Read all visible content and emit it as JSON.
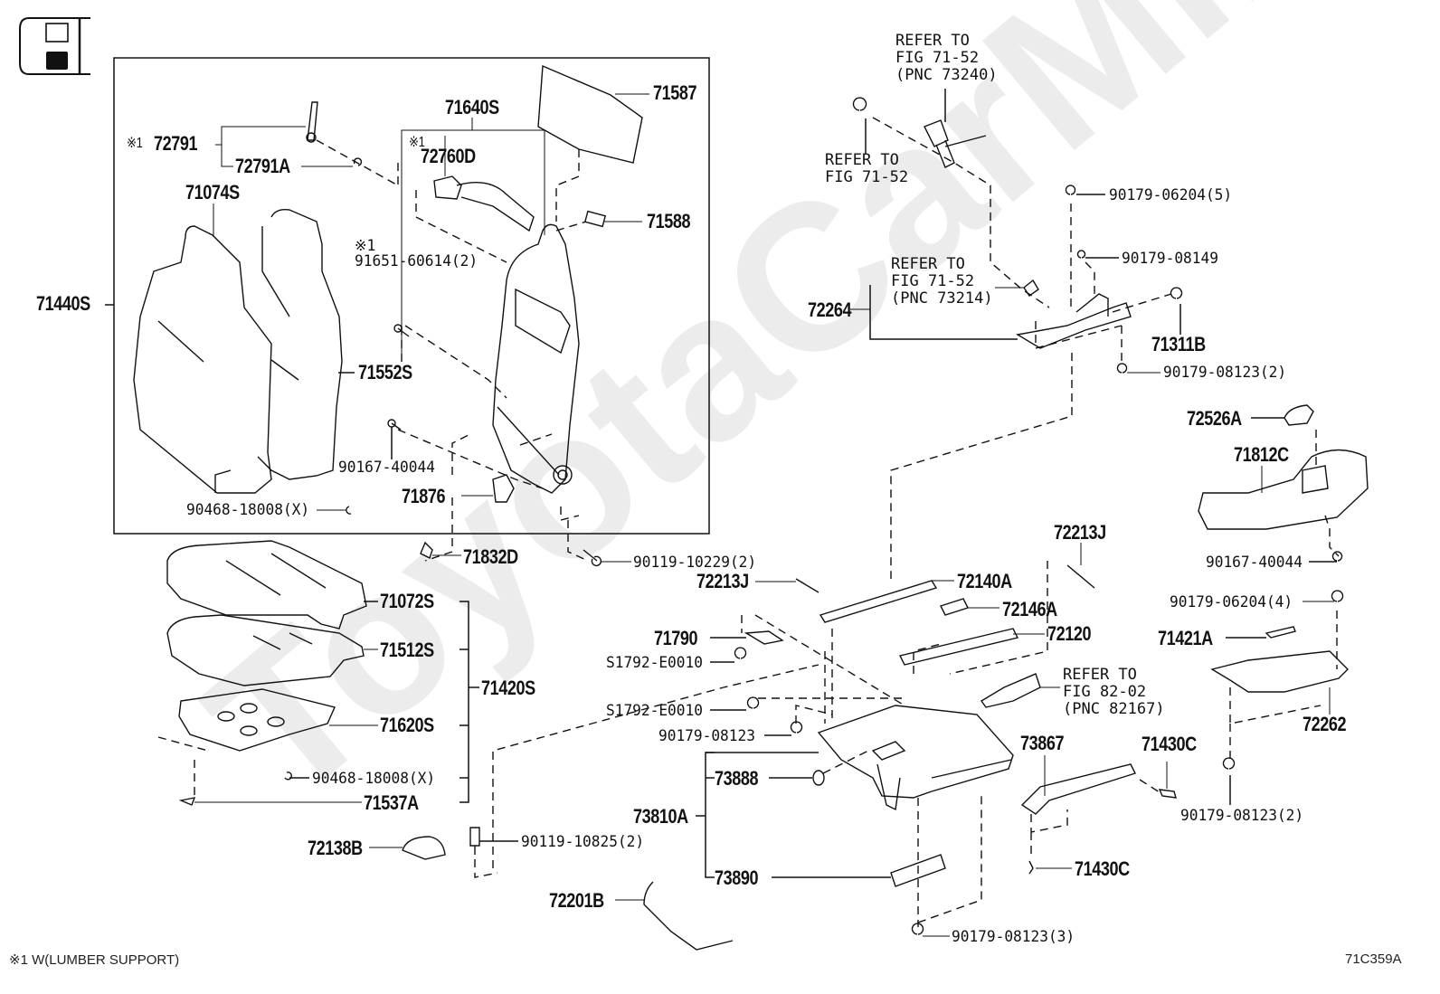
{
  "diagram": {
    "watermark": "ToyotaCarMine.ru",
    "figure_code": "71C359A",
    "footnote": "※1 W(LUMBER SUPPORT)",
    "seat_position_icon": "seat-position-indicator-icon",
    "labels": {
      "p72791": "72791",
      "p72791_mark": "※1",
      "p72791A": "72791A",
      "p71640S": "71640S",
      "p72760D_mark": "※1",
      "p72760D": "72760D",
      "p71587": "71587",
      "p71588": "71588",
      "p71074S": "71074S",
      "p91651_mark": "※1",
      "p91651": "91651-60614(2)",
      "p71440S": "71440S",
      "p71552S": "71552S",
      "p90167_40044_a": "90167-40044",
      "p71876": "71876",
      "p90468_a": "90468-18008(X)",
      "p71832D": "71832D",
      "p90119_10229": "90119-10229(2)",
      "p71072S": "71072S",
      "p71512S": "71512S",
      "p71420S": "71420S",
      "p71620S": "71620S",
      "p90468_b": "90468-18008(X)",
      "p71537A": "71537A",
      "p72138B": "72138B",
      "p90119_10825": "90119-10825(2)",
      "p72201B": "72201B",
      "ref_73240": "REFER TO\nFIG 71-52\n(PNC 73240)",
      "ref_7152": "REFER TO\nFIG 71-52",
      "ref_73214": "REFER TO\nFIG 71-52\n(PNC 73214)",
      "p72264": "72264",
      "p90179_06204_5": "90179-06204(5)",
      "p90179_08149": "90179-08149",
      "p71311B": "71311B",
      "p90179_08123_2a": "90179-08123(2)",
      "p72526A": "72526A",
      "p71812C": "71812C",
      "p90167_40044_b": "90167-40044",
      "p72213J_a": "72213J",
      "p72213J_b": "72213J",
      "p72140A": "72140A",
      "p72146A": "72146A",
      "p71790": "71790",
      "p72120": "72120",
      "pS1792_a": "S1792-E0010",
      "pS1792_b": "S1792-E0010",
      "ref_82167": "REFER TO\nFIG 82-02\n(PNC 82167)",
      "p90179_08123": "90179-08123",
      "p73867": "73867",
      "p71430C_a": "71430C",
      "p73888": "73888",
      "p73810A": "73810A",
      "p73890": "73890",
      "p71430C_b": "71430C",
      "p90179_08123_3": "90179-08123(3)",
      "p90179_06204_4": "90179-06204(4)",
      "p71421A": "71421A",
      "p72262": "72262",
      "p90179_08123_2b": "90179-08123(2)"
    }
  }
}
